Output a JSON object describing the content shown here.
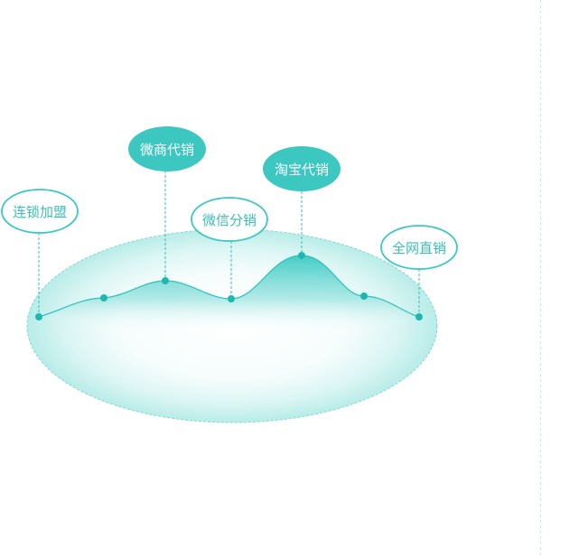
{
  "colors": {
    "accent": "#3cc7c1",
    "accent_dark": "#2bb3ad",
    "dot": "#1fb8b0",
    "label_outline_text": "#3bbdb7",
    "label_filled_text": "#ffffff",
    "divider": "#bde9e6"
  },
  "channels": [
    {
      "label": "连锁加盟",
      "style": "outline"
    },
    {
      "label": "微商代销",
      "style": "filled"
    },
    {
      "label": "微信分销",
      "style": "outline"
    },
    {
      "label": "淘宝代销",
      "style": "filled"
    },
    {
      "label": "全网直销",
      "style": "outline"
    }
  ]
}
